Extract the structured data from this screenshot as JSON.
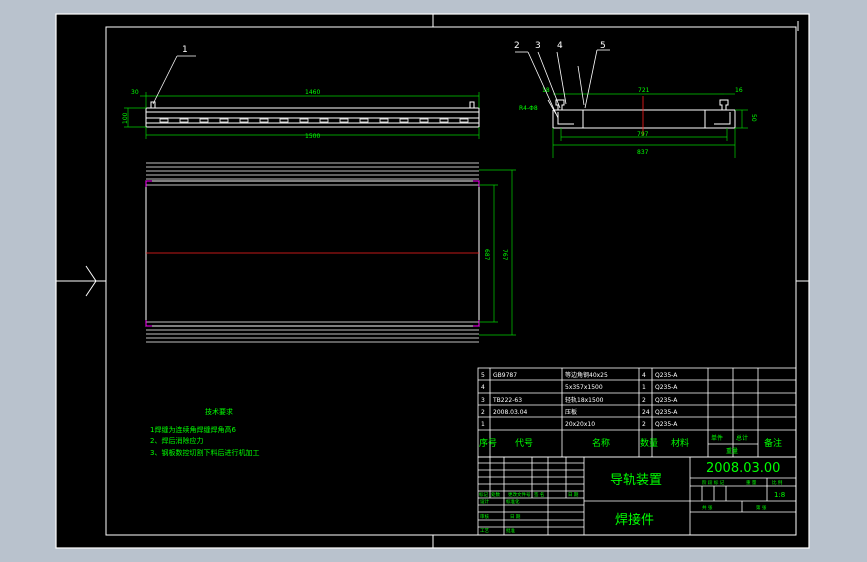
{
  "colors": {
    "background": "#b9c2cd",
    "paper": "#000000",
    "line": "#ffffff",
    "dimension": "#00e000",
    "title_text": "#00ff00",
    "axis": "#ff2020",
    "marker": "#ff00ff"
  },
  "callouts": {
    "c1": "1",
    "c2": "2",
    "c3": "3",
    "c4": "4",
    "c5": "5"
  },
  "dimensions": {
    "side": {
      "d30": "30",
      "d1460": "1460",
      "d1500": "1500",
      "d100": "100"
    },
    "section": {
      "d18": "18",
      "d721": "721",
      "d16": "16",
      "d50": "50",
      "d797": "797",
      "d837": "837",
      "d80": "R4-Φ8"
    },
    "plan": {
      "d687": "687",
      "d767": "767"
    }
  },
  "notes": {
    "title": "技术要求",
    "items": [
      "1焊缝为连续角焊缝焊角高6",
      "2、焊后消除应力",
      "3、钢板数控切割下料后进行机加工"
    ]
  },
  "bom": {
    "rows": [
      {
        "no": "5",
        "code": "GB9787",
        "name": "等边角钢40x25",
        "qty": "4",
        "material": "Q235-A"
      },
      {
        "no": "4",
        "code": "",
        "name": "5x357x1500",
        "qty": "1",
        "material": "Q235-A"
      },
      {
        "no": "3",
        "code": "TB222-63",
        "name": "轻轨18x1500",
        "qty": "2",
        "material": "Q235-A"
      },
      {
        "no": "2",
        "code": "2008.03.04",
        "name": "压板",
        "qty": "24",
        "material": "Q235-A"
      },
      {
        "no": "1",
        "code": "",
        "name": "20x20x10",
        "qty": "2",
        "material": "Q235-A"
      }
    ],
    "header": {
      "no": "序号",
      "code": "代号",
      "name": "名称",
      "qty": "数量",
      "material": "材料",
      "unit": "单件",
      "total": "总计",
      "weight": "重量",
      "remark": "备注"
    }
  },
  "title_block": {
    "drawing_name": "导轨装置",
    "part_type": "焊接件",
    "drawing_no": "2008.03.00",
    "scale": "1:8",
    "label_stage": "阶 段 标 记",
    "label_weight": "重 量",
    "label_scale": "比 例",
    "label_sheet_total": "共 张",
    "label_sheet": "第 张",
    "label_design": "设计",
    "label_check": "审核",
    "label_std": "标准化",
    "label_process": "工艺",
    "label_approve": "批准",
    "label_date": "日 期",
    "label_mark": "标记",
    "label_count": "处数",
    "label_change_doc": "更改文件号",
    "label_sign": "签 名"
  }
}
